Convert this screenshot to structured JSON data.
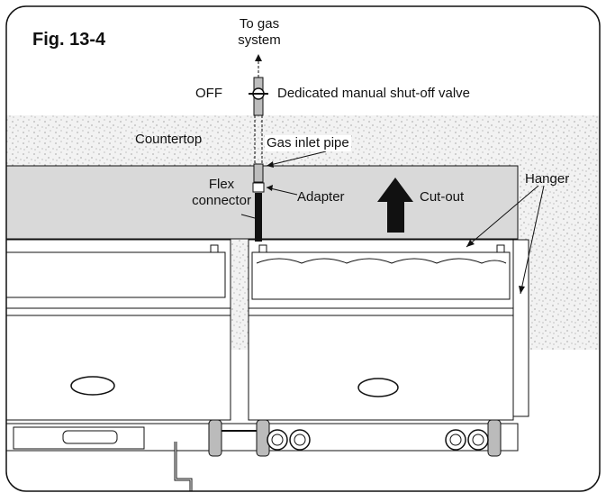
{
  "figure": {
    "title": "Fig. 13-4"
  },
  "labels": {
    "to_gas_line1": "To gas",
    "to_gas_line2": "system",
    "off": "OFF",
    "valve": "Dedicated manual shut-off valve",
    "countertop": "Countertop",
    "gas_inlet_pipe": "Gas inlet pipe",
    "flex_line1": "Flex",
    "flex_line2": "connector",
    "adapter": "Adapter",
    "cutout": "Cut-out",
    "hanger": "Hanger"
  },
  "colors": {
    "countertop_fill": "#f2f2f2",
    "cutout_fill": "#d9d9d9",
    "line": "#111111",
    "pipe": "#bdbdbd"
  },
  "icons": {
    "arrow_up": "arrow-up-icon",
    "valve": "valve-icon"
  }
}
